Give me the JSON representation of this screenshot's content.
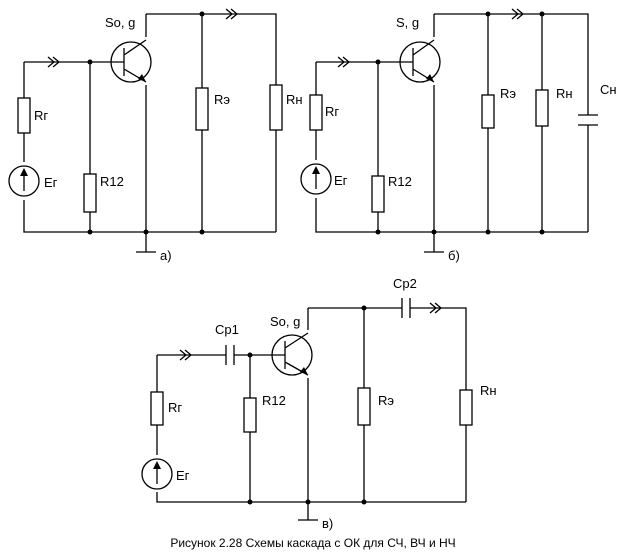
{
  "labels": {
    "a": {
      "transistor": "So, g",
      "rg": "Rг",
      "eg": "Eг",
      "r12": "R12",
      "re": "Rэ",
      "rn": "Rн",
      "tag": "а)"
    },
    "b": {
      "transistor": "S, g",
      "rg": "Rг",
      "eg": "Eг",
      "r12": "R12",
      "re": "Rэ",
      "rn": "Rн",
      "cn": "Cн",
      "tag": "б)"
    },
    "c": {
      "transistor": "So, g",
      "cp1": "Cp1",
      "cp2": "Cp2",
      "rg": "Rг",
      "eg": "Eг",
      "r12": "R12",
      "re": "Rэ",
      "rn": "Rн",
      "tag": "в)"
    }
  },
  "caption": "Рисунок 2.28 Схемы каскада с ОК для СЧ, ВЧ и НЧ"
}
